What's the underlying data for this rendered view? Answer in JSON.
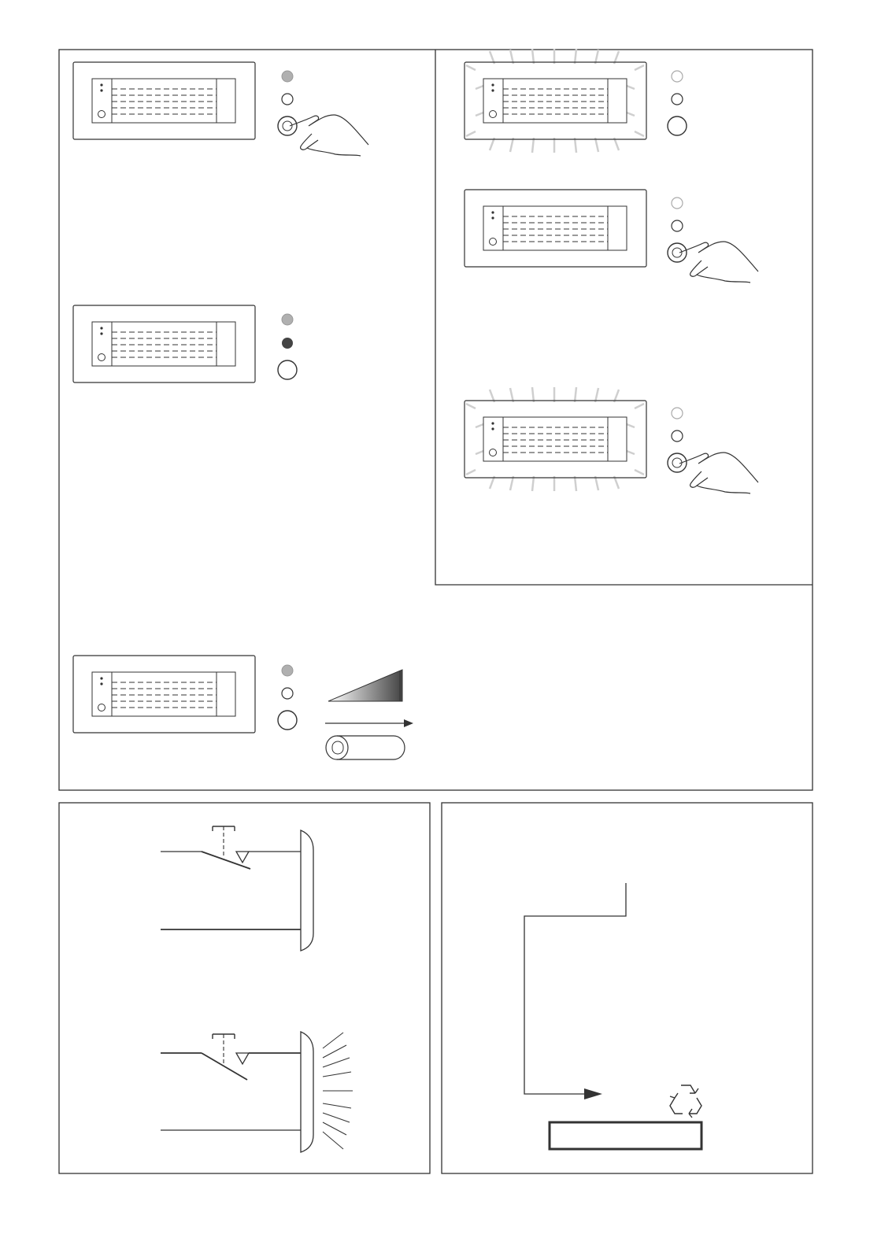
{
  "colors": {
    "line": "#333333",
    "led_green_dim": "#b0b0b0",
    "led_dark": "#444444",
    "glow": "#cfcfcf",
    "paper": "#ffffff"
  },
  "panels": {
    "top": {
      "step_1": {
        "icons": [
          "heater-icon",
          "hand-pointer-icon"
        ],
        "led_top": "lit-grey",
        "led_mid": "off",
        "button": "pressed"
      },
      "step_2": {
        "icons": [
          "heater-icon"
        ],
        "led_top": "lit-grey",
        "led_mid": "lit-dark",
        "button": "idle"
      },
      "step_3": {
        "icons": [
          "heater-glow-icon"
        ],
        "led_top": "off",
        "led_mid": "off",
        "button": "idle"
      },
      "step_4": {
        "icons": [
          "heater-icon",
          "hand-pointer-icon"
        ],
        "led_top": "off",
        "led_mid": "off",
        "button": "pressed"
      },
      "step_5": {
        "icons": [
          "heater-glow-icon",
          "hand-pointer-icon"
        ],
        "led_top": "off",
        "led_mid": "off",
        "button": "pressed"
      },
      "step_6": {
        "icons": [
          "heater-icon",
          "ramp-wedge-icon",
          "arrow-right-icon",
          "timer-cylinder-icon"
        ],
        "led_top": "lit-grey",
        "led_mid": "off",
        "button": "idle"
      }
    },
    "bottom_left": {
      "icons": [
        "switch-open-icon",
        "heater-side-icon",
        "switch-closed-icon",
        "heat-rays-icon"
      ]
    },
    "bottom_right": {
      "icons": [
        "disposal-arrow-icon",
        "recycle-icon",
        "bin-box-icon"
      ]
    }
  }
}
